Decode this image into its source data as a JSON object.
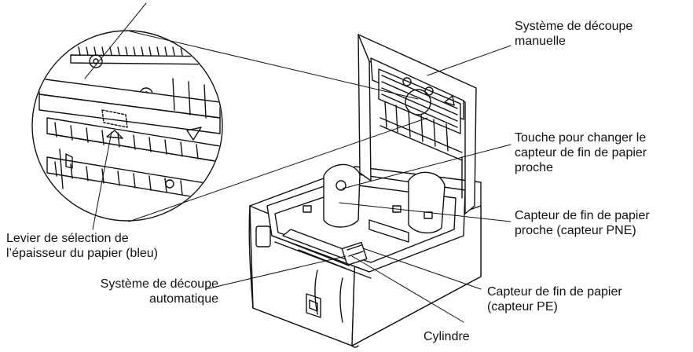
{
  "labels": {
    "manual_cutter": {
      "line1": "Système de découpe",
      "line2": "manuelle"
    },
    "pne_switch": {
      "line1": "Touche pour changer le",
      "line2": "capteur de fin de papier",
      "line3": "proche"
    },
    "pne_sensor": {
      "line1": "Capteur de fin de papier",
      "line2": "proche (capteur PNE)"
    },
    "pe_sensor": {
      "line1": "Capteur de fin de papier",
      "line2": "(capteur PE)"
    },
    "platen": {
      "line1": "Cylindre"
    },
    "auto_cutter": {
      "line1": "Système de découpe",
      "line2": "automatique"
    },
    "thickness_lever": {
      "line1": "Levier de sélection de",
      "line2": "l’épaisseur du papier (bleu)"
    }
  }
}
